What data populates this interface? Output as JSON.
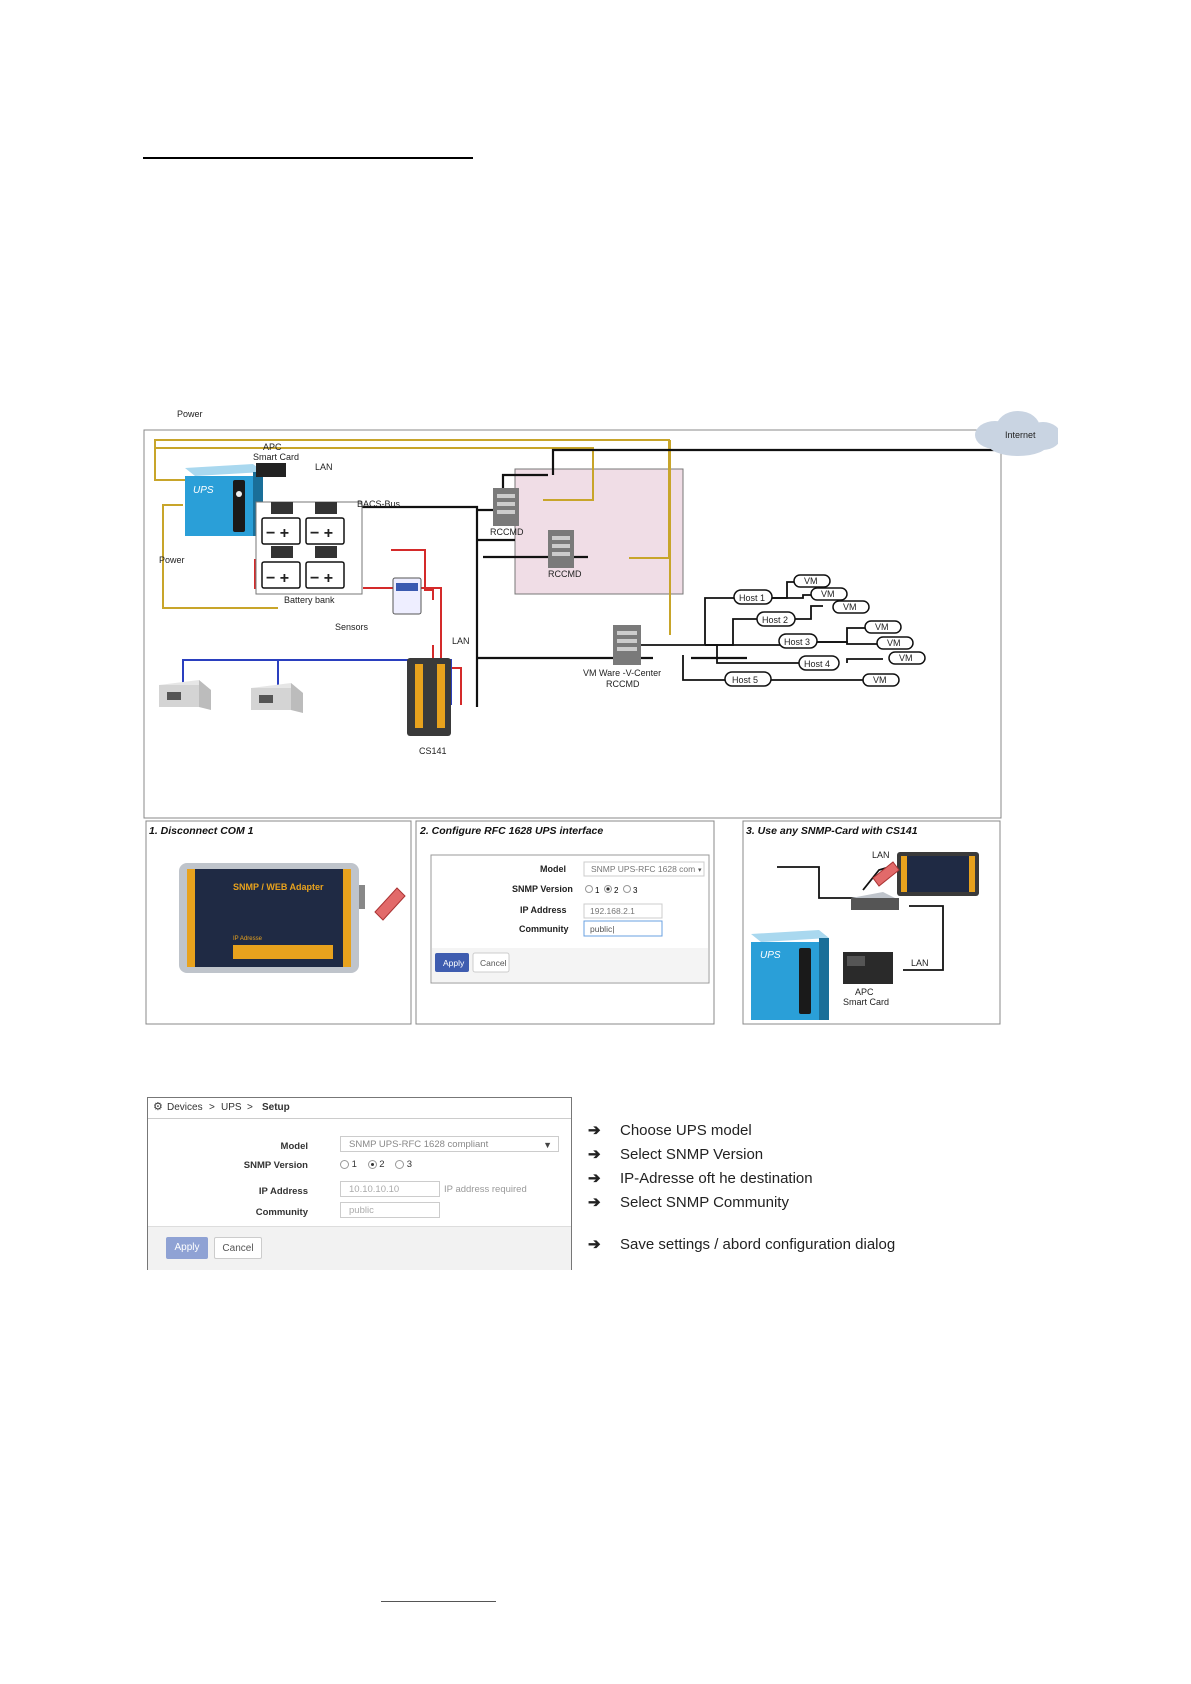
{
  "diagram": {
    "labels": {
      "power_top": "Power",
      "power_left": "Power",
      "apc_smart_card": [
        "APC",
        "Smart Card"
      ],
      "lan_top": "LAN",
      "bacs_bus": "BACS-Bus",
      "battery_bank": "Battery bank",
      "sensors": "Sensors",
      "lan_cs141": "LAN",
      "cs141": "CS141",
      "rccmd_1": "RCCMD",
      "rccmd_2": "RCCMD",
      "vmware": [
        "VM Ware -V-Center",
        "RCCMD"
      ],
      "internet": "Internet",
      "ups": "UPS",
      "hosts": [
        "Host 1",
        "Host 2",
        "Host 3",
        "Host 4",
        "Host  5"
      ],
      "vm": "VM"
    },
    "panels": {
      "p1_title": "1. Disconnect COM 1",
      "p1_device": "SNMP / WEB Adapter",
      "p1_ip": "IP Adresse",
      "p2_title": "2. Configure RFC 1628 UPS interface",
      "p2_model_label": "Model",
      "p2_model_value": "SNMP UPS-RFC 1628 com",
      "p2_snmp_label": "SNMP Version",
      "p2_ip_label": "IP Address",
      "p2_ip_value": "192.168.2.1",
      "p2_community_label": "Community",
      "p2_community_value": "public|",
      "p2_versions": [
        "1",
        "2",
        "3"
      ],
      "p2_apply": "Apply",
      "p2_cancel": "Cancel",
      "p3_title": "3. Use any SNMP-Card with CS141",
      "p3_lan_top": "LAN",
      "p3_lan_bottom": "LAN",
      "p3_apc": [
        "APC",
        "Smart Card"
      ],
      "p3_ups": "UPS"
    }
  },
  "setup_form": {
    "breadcrumb": [
      "Devices",
      ">",
      "UPS",
      ">",
      "Setup"
    ],
    "model_label": "Model",
    "model_value": "SNMP UPS-RFC 1628 compliant",
    "snmp_label": "SNMP Version",
    "versions": [
      "1",
      "2",
      "3"
    ],
    "selected_version": "2",
    "ip_label": "IP Address",
    "ip_placeholder": "10.10.10.10",
    "ip_hint": "IP address required",
    "community_label": "Community",
    "community_placeholder": "public",
    "apply": "Apply",
    "cancel": "Cancel"
  },
  "steps": [
    "Choose UPS model",
    "Select SNMP Version",
    "IP-Adresse oft he destination",
    "Select SNMP Community",
    "Save settings / abord configuration dialog"
  ],
  "colors": {
    "power_line": "#c8a52a",
    "bacs_line": "#d42a2a",
    "sensor_line": "#2a3fbf",
    "rccmd_box": "#f0dde6",
    "ups_blue": "#2a9fd8",
    "apply_btn": "#3f5db0",
    "apply_btn_disabled": "#8fa2d4"
  }
}
